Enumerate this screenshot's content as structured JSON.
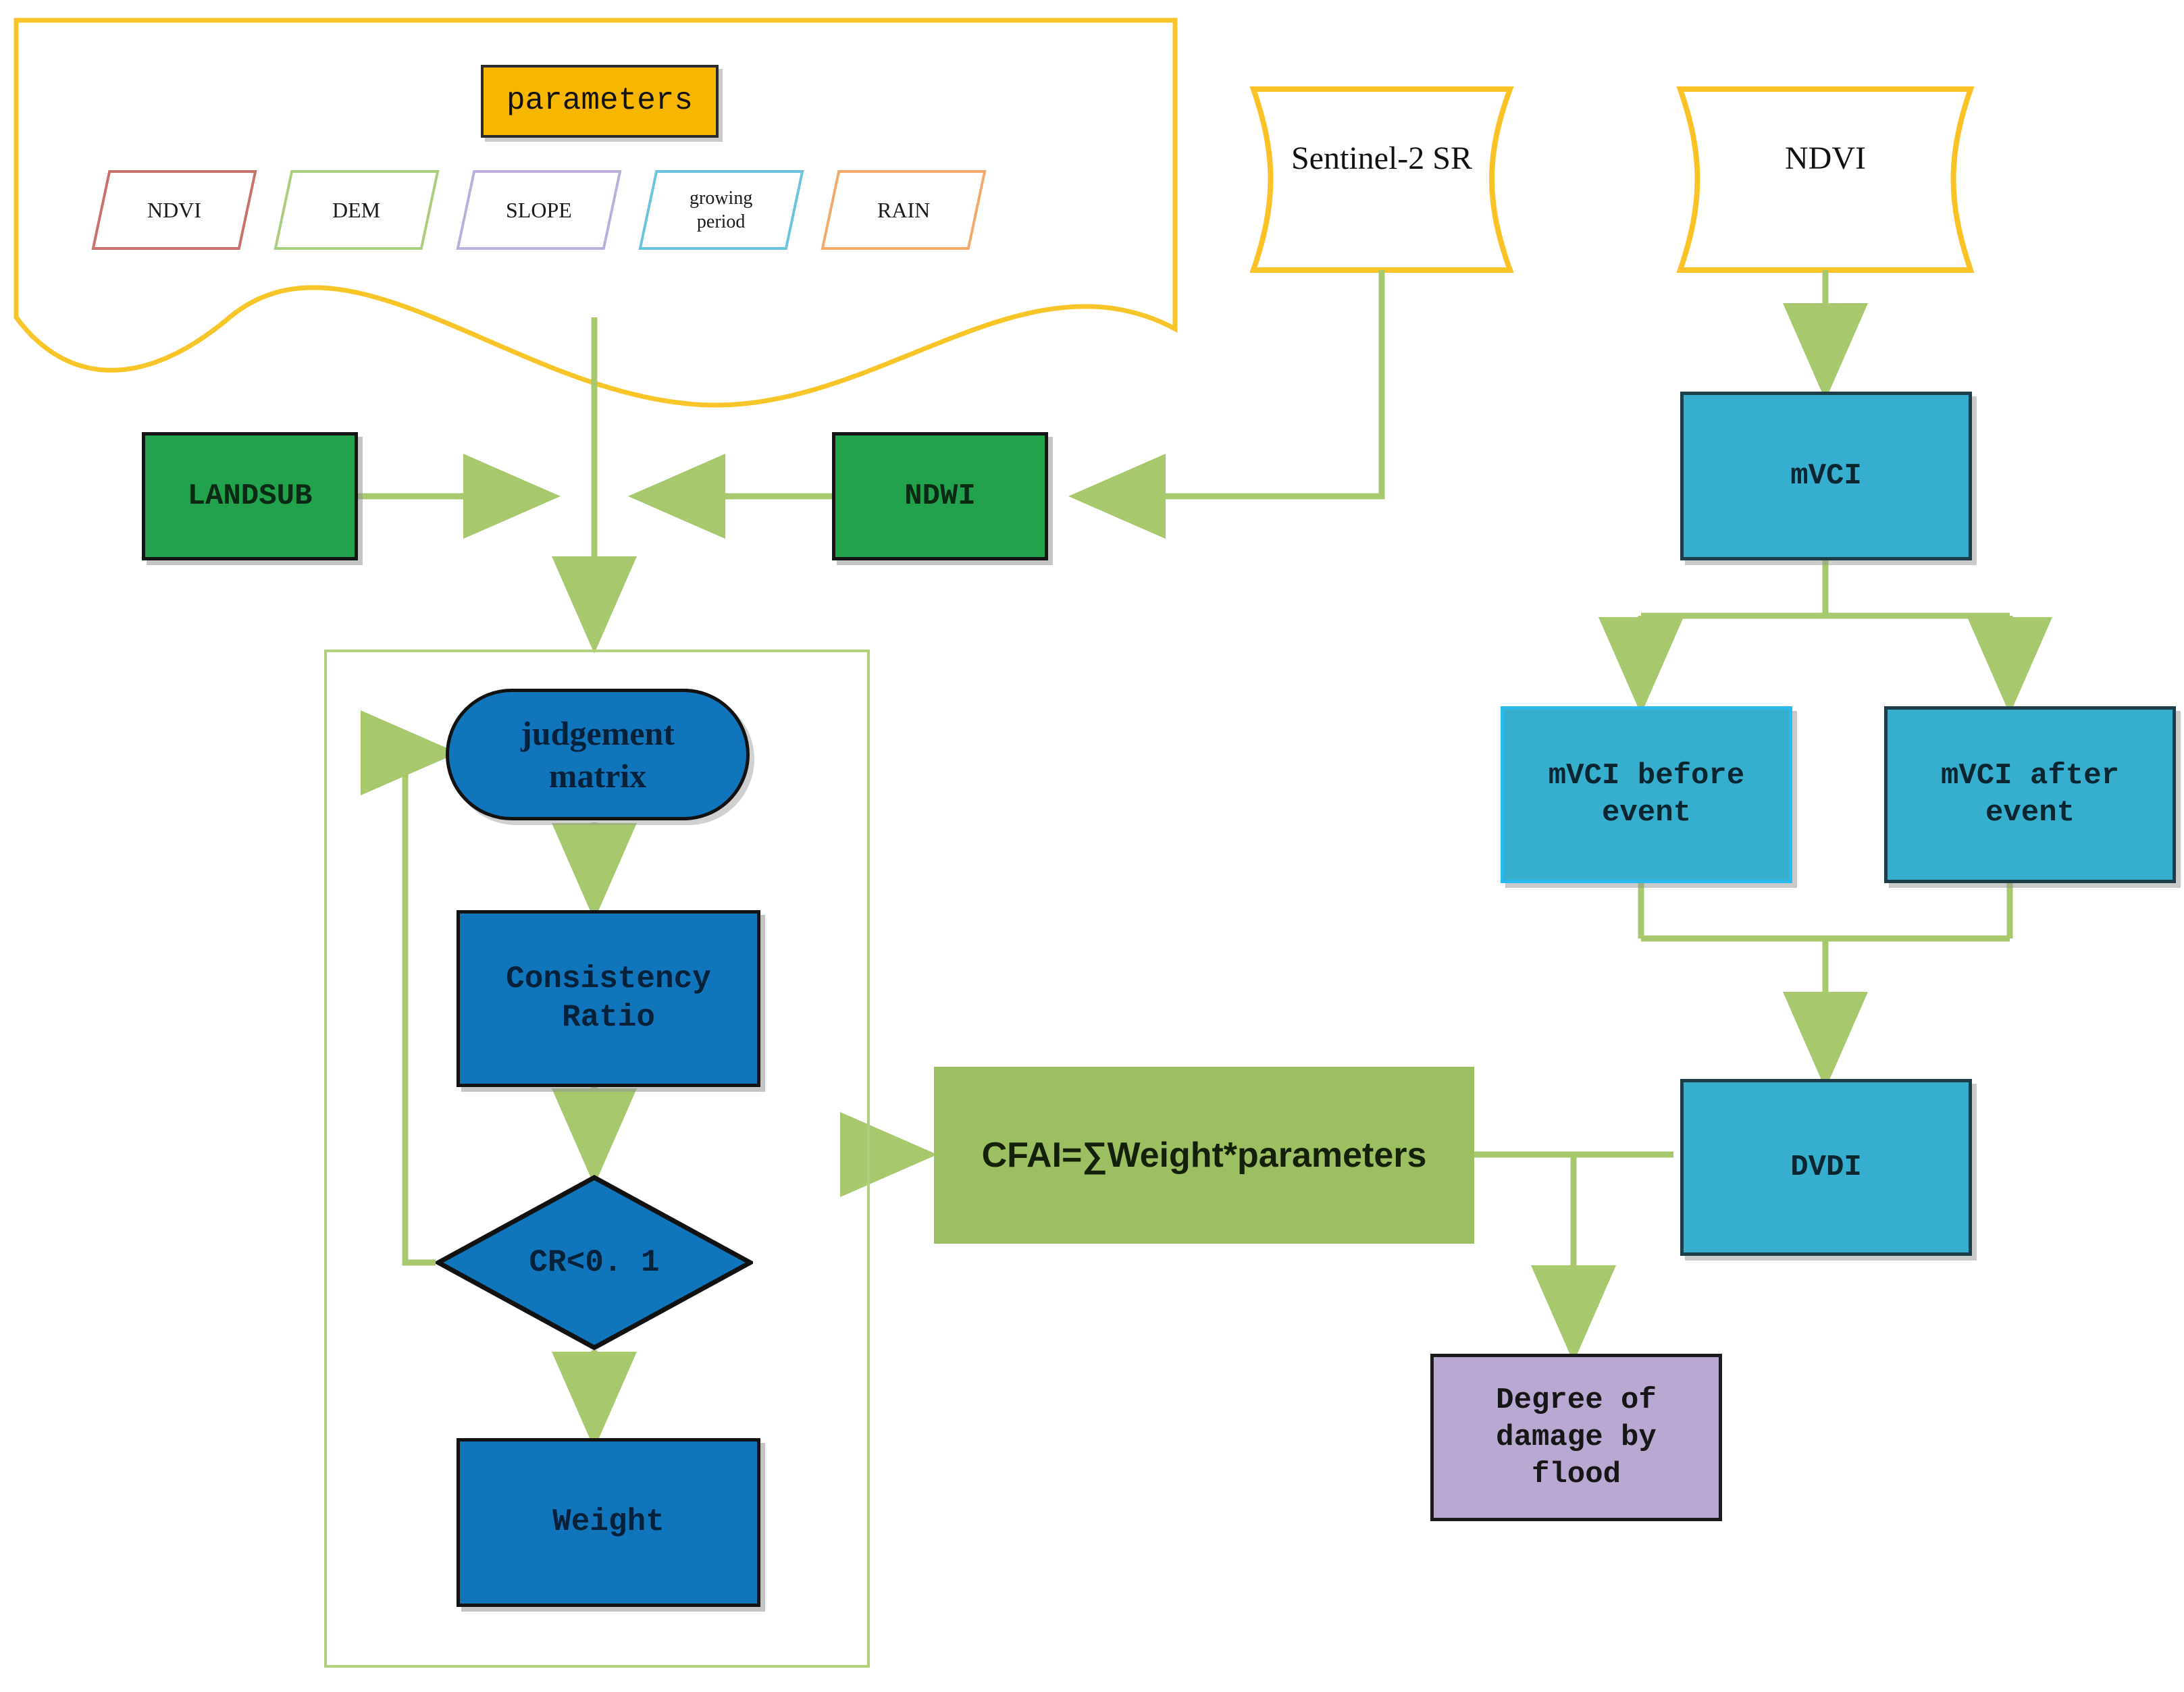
{
  "diagram": {
    "title": "Flood damage assessment workflow flowchart",
    "colors": {
      "parameters_fill": "#F7B700",
      "green_process": "#22A24C",
      "blue_process": "#1175BC",
      "cyan_process": "#36AECE",
      "olive_formula": "#9CBF62",
      "purple_output": "#B9A8D2",
      "connector": "#A8C86E",
      "container_outline_yellow": "#F7C528",
      "container_outline_green": "#AECF7B"
    }
  },
  "parameters_group": {
    "header_label": "parameters",
    "items": [
      {
        "label": "NDVI",
        "color": "#C9706A"
      },
      {
        "label": "DEM",
        "color": "#A9CE7E"
      },
      {
        "label": "SLOPE",
        "color": "#BCAEDC"
      },
      {
        "label": "growing\nperiod",
        "line1": "growing",
        "line2": "period",
        "color": "#6CC3DE"
      },
      {
        "label": "RAIN",
        "color": "#F2A86B"
      }
    ]
  },
  "sources": {
    "sentinel": "Sentinel-2 SR",
    "ndvi": "NDVI"
  },
  "process": {
    "landsub": "LANDSUB",
    "ndwi": "NDWI",
    "judgement_matrix_line1": "judgement",
    "judgement_matrix_line2": "matrix",
    "consistency_ratio_line1": "Consistency",
    "consistency_ratio_line2": "Ratio",
    "cr_decision": "CR<0. 1",
    "weight": "Weight",
    "cfai_formula": "CFAI=∑Weight*parameters"
  },
  "vci_branch": {
    "mvci": "mVCI",
    "mvci_before_line1": "mVCI before",
    "mvci_before_line2": "event",
    "mvci_after_line1": "mVCI after",
    "mvci_after_line2": "event",
    "dvdi": "DVDI"
  },
  "output": {
    "degree_line1": "Degree of",
    "degree_line2": "damage by",
    "degree_line3": "flood"
  }
}
